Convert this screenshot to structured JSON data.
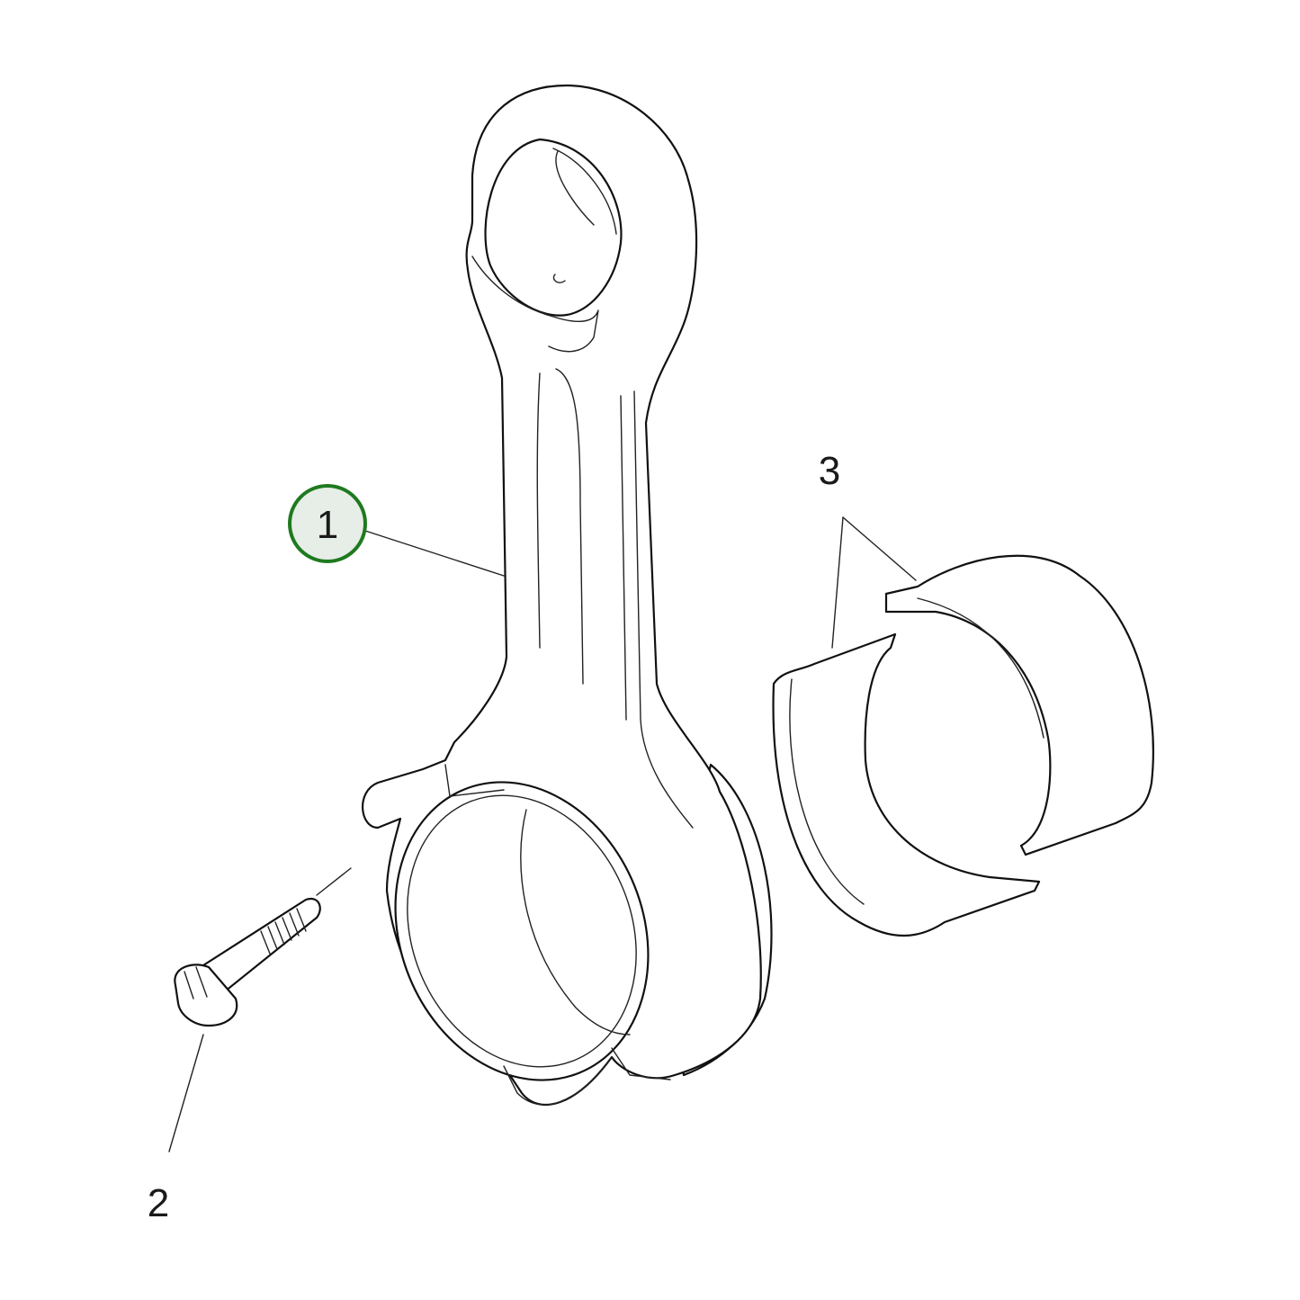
{
  "callouts": {
    "rod": {
      "number": "1",
      "highlight_color": "#1f7a1f"
    },
    "bolt": {
      "number": "2"
    },
    "bearing_shells": {
      "number": "3"
    }
  },
  "colors": {
    "stroke": "#111111",
    "background": "#ffffff",
    "callout_fill": "#e7ede7"
  }
}
